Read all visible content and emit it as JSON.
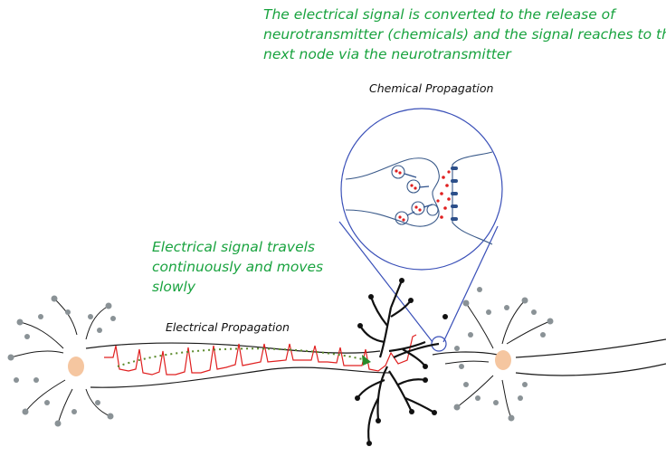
{
  "annotations": {
    "chemical_note_lines": [
      "The electrical signal is converted to the release of",
      "neurotransmitter (chemicals) and the signal reaches to the",
      "next node via the neurotransmitter"
    ],
    "electrical_note_lines": [
      "Electrical signal travels",
      "continuously and moves",
      "slowly"
    ]
  },
  "labels": {
    "electrical": "Electrical Propagation",
    "chemical": "Chemical Propagation"
  },
  "colors": {
    "note_text": "#19a33f",
    "signal": "#e02020",
    "soma": "#f5c6a0",
    "terminal": "#111111",
    "zoom": "#3a50b8",
    "receptor": "#3a5a9a",
    "dendrite_dot": "#8a9296",
    "arrow": "#5a8a2a"
  }
}
